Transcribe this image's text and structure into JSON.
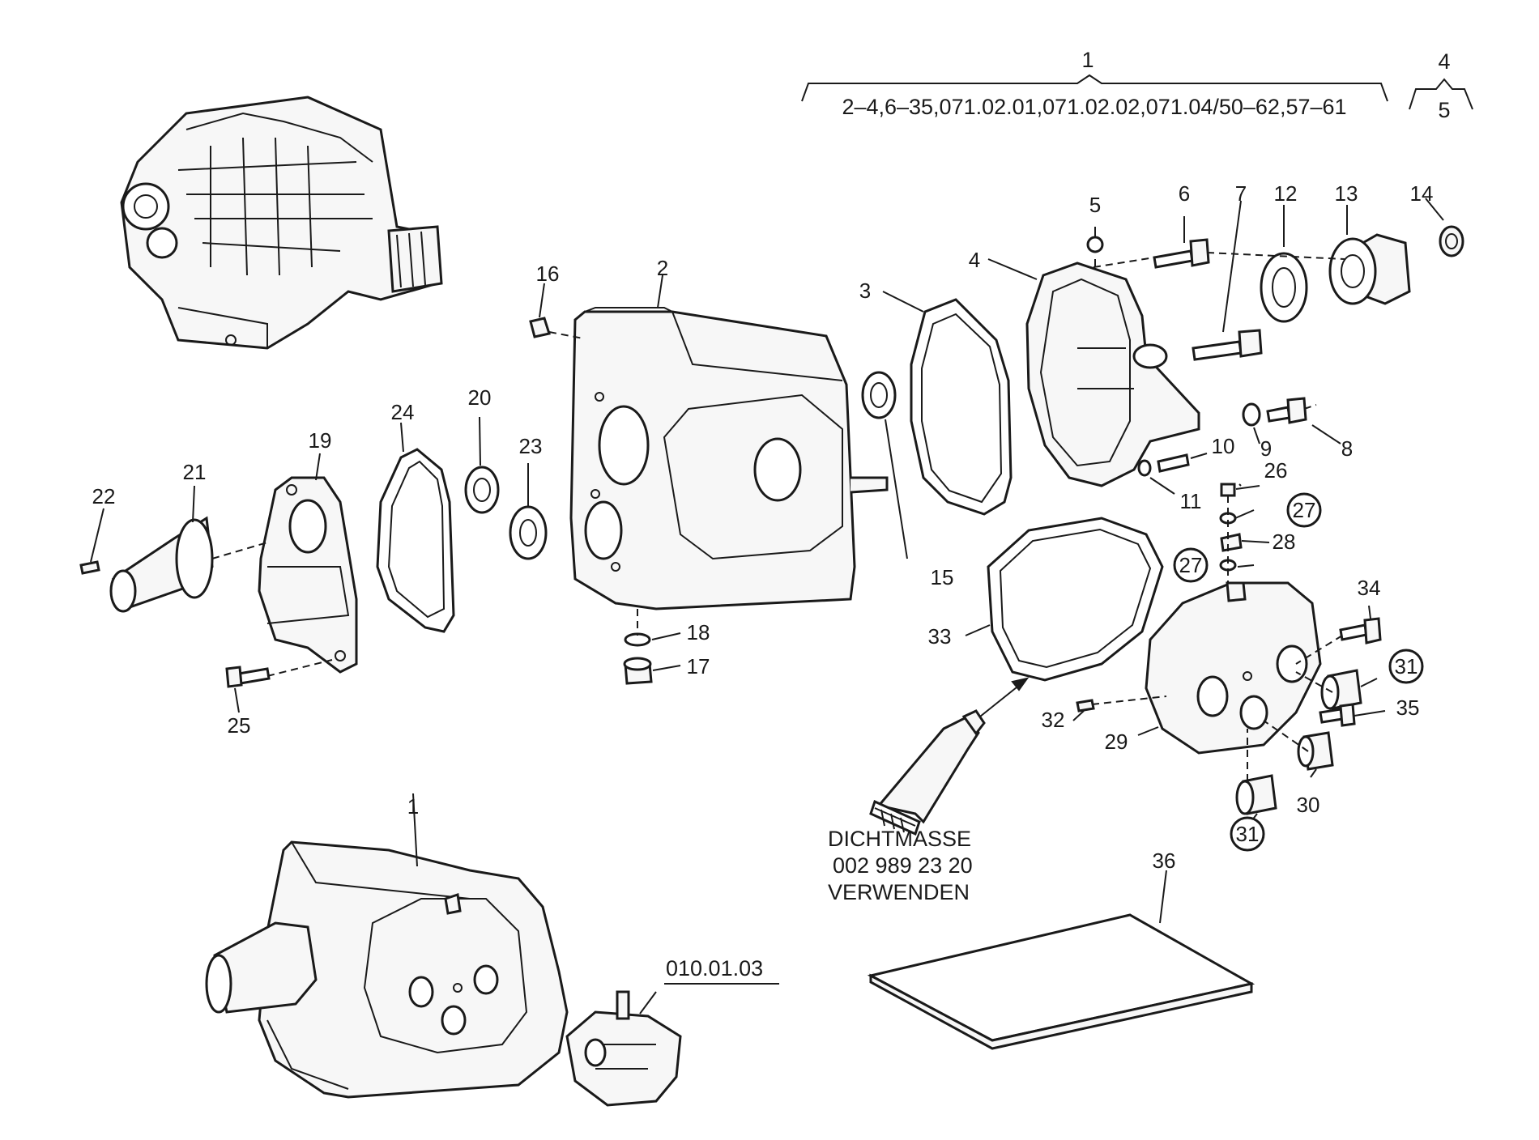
{
  "header": {
    "assembly_number": "1",
    "assembly_range": "2–4,6–35,071.02.01,071.02.02,071.04/50–62,57–61",
    "sub_number": "4",
    "sub_range": "5"
  },
  "callouts": {
    "c2": "2",
    "c3": "3",
    "c4": "4",
    "c5": "5",
    "c6": "6",
    "c7": "7",
    "c8": "8",
    "c9": "9",
    "c10": "10",
    "c11": "11",
    "c12": "12",
    "c13": "13",
    "c14": "14",
    "c15": "15",
    "c16": "16",
    "c17": "17",
    "c18": "18",
    "c19": "19",
    "c20": "20",
    "c21": "21",
    "c22": "22",
    "c23": "23",
    "c24": "24",
    "c25": "25",
    "c26": "26",
    "c27a": "27",
    "c27b": "27",
    "c28": "28",
    "c29": "29",
    "c30": "30",
    "c31a": "31",
    "c31b": "31",
    "c32": "32",
    "c33": "33",
    "c34": "34",
    "c35": "35",
    "c36": "36",
    "c1b": "1"
  },
  "note": {
    "line1": "DICHTMASSE",
    "line2": "002 989 23 20",
    "line3": "VERWENDEN"
  },
  "mount_ref": "010.01.03"
}
